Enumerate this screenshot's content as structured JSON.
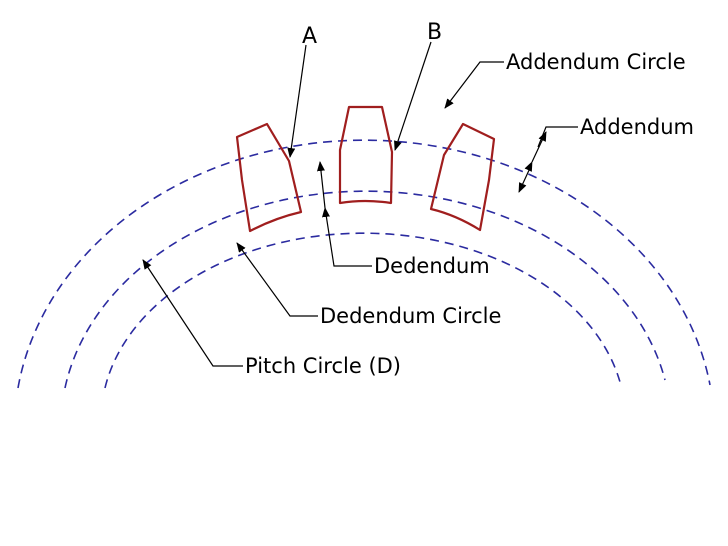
{
  "labels": {
    "point_a": "A",
    "point_b": "B",
    "addendum_circle": "Addendum Circle",
    "addendum": "Addendum",
    "dedendum": "Dedendum",
    "dedendum_circle": "Dedendum Circle",
    "pitch_circle": "Pitch Circle (D)"
  },
  "colors": {
    "circle_stroke": "#2b2ba0",
    "tooth_stroke": "#a01e1e",
    "text": "#000000",
    "background": "#ffffff"
  }
}
